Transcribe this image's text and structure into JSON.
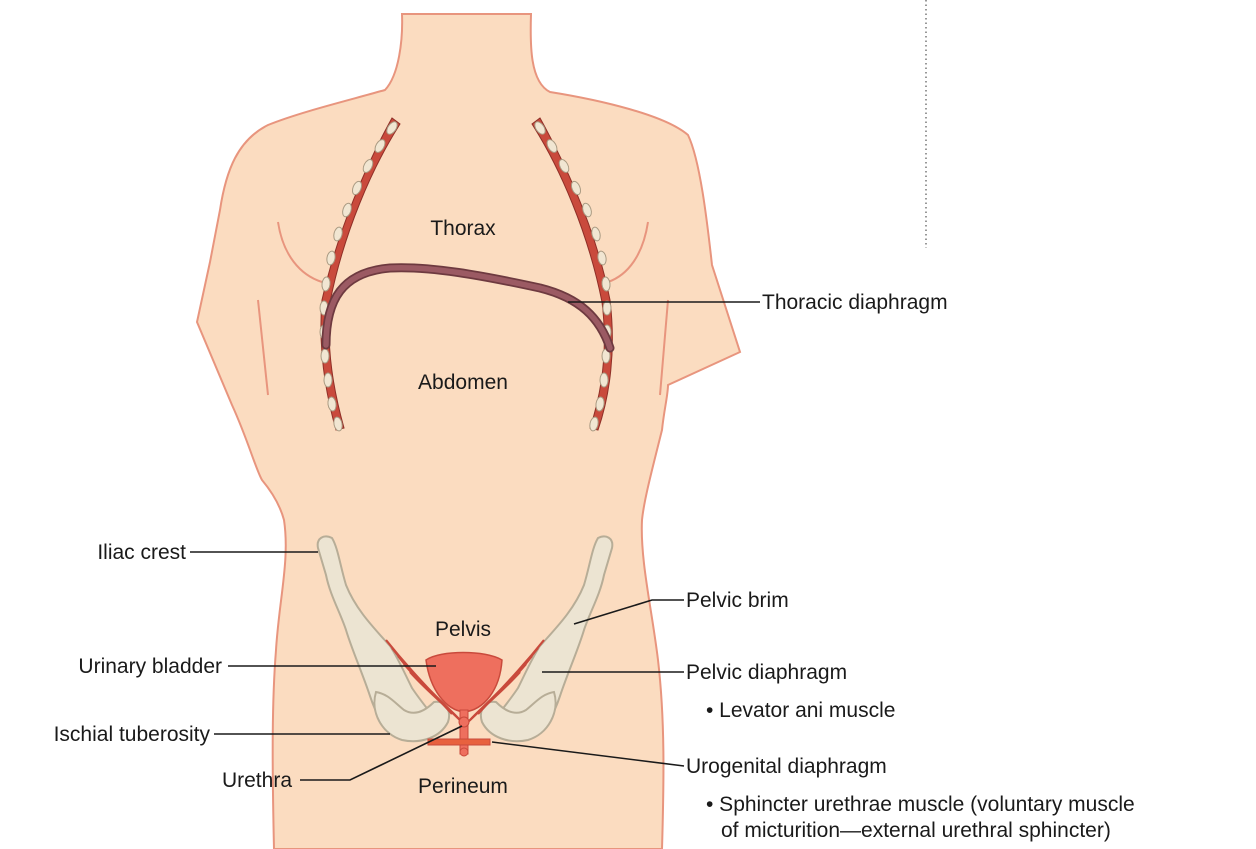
{
  "regions": {
    "thorax": "Thorax",
    "abdomen": "Abdomen",
    "pelvis": "Pelvis",
    "perineum": "Perineum"
  },
  "callouts": {
    "thoracic_diaphragm": "Thoracic diaphragm",
    "iliac_crest": "Iliac crest",
    "urinary_bladder": "Urinary bladder",
    "ischial_tuberosity": "Ischial tuberosity",
    "urethra": "Urethra",
    "pelvic_brim": "Pelvic brim",
    "pelvic_diaphragm": "Pelvic diaphragm",
    "levator_ani": "• Levator ani muscle",
    "urogenital_diaphragm": "Urogenital diaphragm",
    "sphincter_line1": "• Sphincter urethrae muscle (voluntary muscle",
    "sphincter_line2": "of micturition—external urethral sphincter)"
  },
  "colors": {
    "skin": "#fbdcc0",
    "skin_outline": "#e8957e",
    "muscle": "#c94a3c",
    "diaphragm": "#9b5a63",
    "bladder": "#ee6f5e",
    "bone": "#ece4d2"
  }
}
